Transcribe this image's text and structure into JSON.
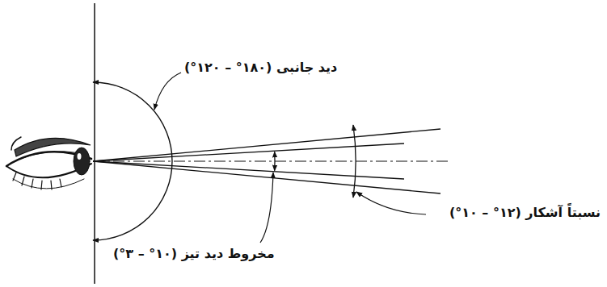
{
  "diagram": {
    "labels": [
      "دید جانبی (۱۸۰° – ۱۲۰°)",
      "نسبتاً آشکار (۱۲° – ۱۰°)",
      "مخروط دید تیز (۱۰° – ۳°)"
    ]
  }
}
